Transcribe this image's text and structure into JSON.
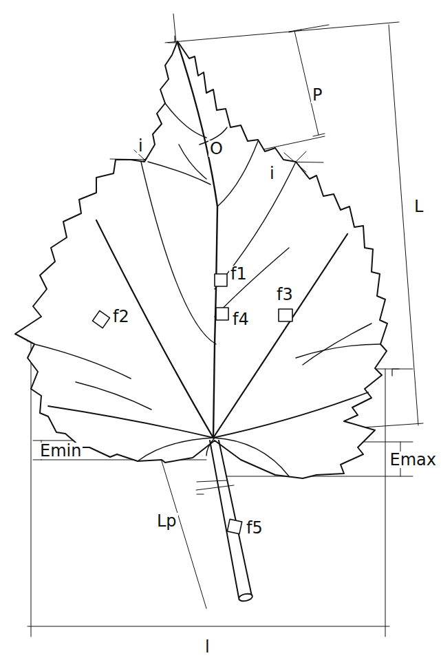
{
  "diagram": {
    "labels": [
      "P",
      "O",
      "i",
      "i",
      "L",
      "f1",
      "f3",
      "f2",
      "f4",
      "Emin",
      "Emax",
      "Lp",
      "f5",
      "l"
    ]
  }
}
